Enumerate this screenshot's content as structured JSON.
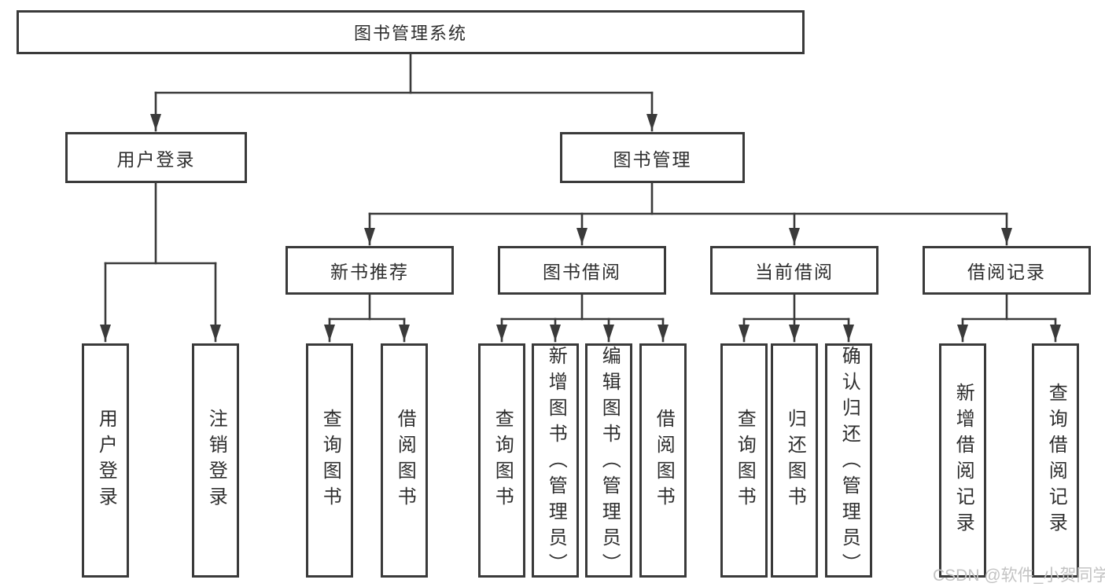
{
  "diagram": {
    "root": {
      "label": "图书管理系统"
    },
    "level2": [
      {
        "label": "用户登录"
      },
      {
        "label": "图书管理"
      }
    ],
    "level3": [
      {
        "label": "新书推荐"
      },
      {
        "label": "图书借阅"
      },
      {
        "label": "当前借阅"
      },
      {
        "label": "借阅记录"
      }
    ],
    "leaves": [
      {
        "label": "用户登录"
      },
      {
        "label": "注销登录"
      },
      {
        "label": "查询图书"
      },
      {
        "label": "借阅图书"
      },
      {
        "label": "查询图书"
      },
      {
        "label": "新增图书（管理员）"
      },
      {
        "label": "编辑图书（管理员）"
      },
      {
        "label": "借阅图书"
      },
      {
        "label": "查询图书"
      },
      {
        "label": "归还图书"
      },
      {
        "label": "确认归还（管理员）"
      },
      {
        "label": "新增借阅记录"
      },
      {
        "label": "查询借阅记录"
      }
    ],
    "watermark": "CSDN @软件_小贺同学",
    "colors": {
      "line": "#3a3a3a",
      "text": "#2e2e2e",
      "watermark": "#c3c3c3",
      "background": "#ffffff"
    }
  }
}
